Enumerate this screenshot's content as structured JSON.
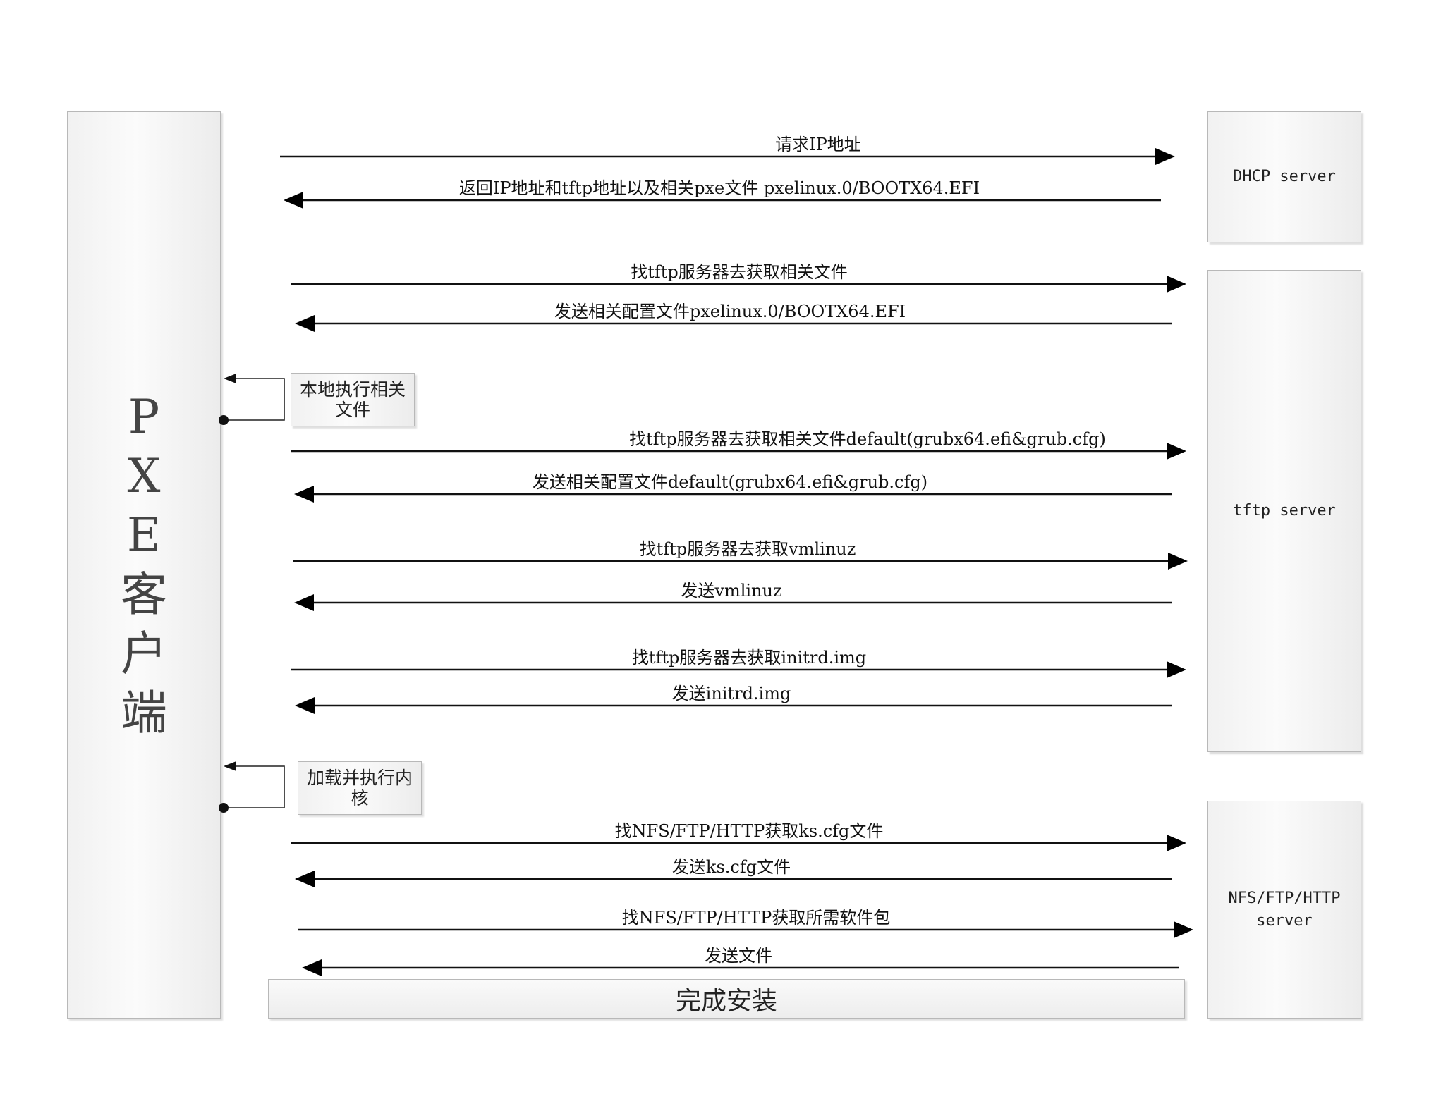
{
  "client": {
    "label_chars": [
      "P",
      "X",
      "E",
      "客",
      "户",
      "端"
    ]
  },
  "servers": {
    "dhcp": "DHCP server",
    "tftp": "tftp server",
    "nfs_line1": "NFS/FTP/HTTP",
    "nfs_line2": "server"
  },
  "notes": {
    "local_exec": "本地执行相关文件",
    "load_kernel": "加载并执行内核"
  },
  "final": "完成安装",
  "messages": [
    {
      "text": "请求IP地址",
      "direction": "to_server"
    },
    {
      "text": "返回IP地址和tftp地址以及相关pxe文件 pxelinux.0/BOOTX64.EFI",
      "direction": "to_client"
    },
    {
      "text": "找tftp服务器去获取相关文件",
      "direction": "to_server"
    },
    {
      "text": "发送相关配置文件pxelinux.0/BOOTX64.EFI",
      "direction": "to_client"
    },
    {
      "text": "找tftp服务器去获取相关文件default(grubx64.efi&grub.cfg)",
      "direction": "to_server"
    },
    {
      "text": "发送相关配置文件default(grubx64.efi&grub.cfg)",
      "direction": "to_client"
    },
    {
      "text": "找tftp服务器去获取vmlinuz",
      "direction": "to_server"
    },
    {
      "text": "发送vmlinuz",
      "direction": "to_client"
    },
    {
      "text": "找tftp服务器去获取initrd.img",
      "direction": "to_server"
    },
    {
      "text": "发送initrd.img",
      "direction": "to_client"
    },
    {
      "text": "找NFS/FTP/HTTP获取ks.cfg文件",
      "direction": "to_server"
    },
    {
      "text": "发送ks.cfg文件",
      "direction": "to_client"
    },
    {
      "text": "找NFS/FTP/HTTP获取所需软件包",
      "direction": "to_server"
    },
    {
      "text": "发送文件",
      "direction": "to_client"
    }
  ]
}
